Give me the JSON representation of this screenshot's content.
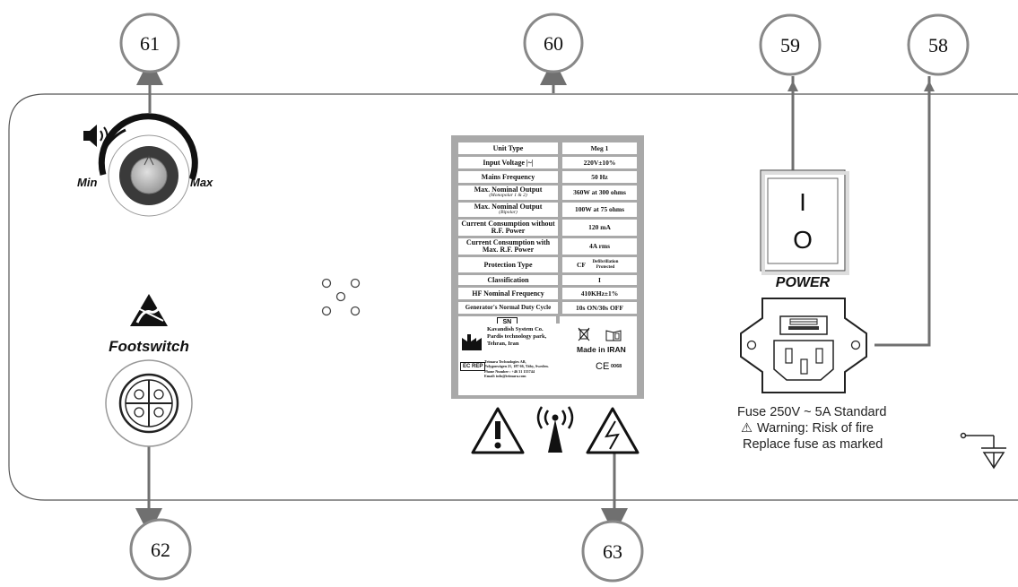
{
  "callouts": [
    "61",
    "60",
    "59",
    "58",
    "62",
    "63"
  ],
  "volume": {
    "min_label": "Min",
    "max_label": "Max"
  },
  "footswitch": {
    "label": "Footswitch"
  },
  "power": {
    "on_symbol": "I",
    "off_symbol": "O",
    "label": "POWER"
  },
  "spec_table": {
    "rows": [
      {
        "key": "Unit Type",
        "value": "Meg 1"
      },
      {
        "key": "Input Voltage |~|",
        "value": "220V±10%"
      },
      {
        "key": "Mains Frequency",
        "value": "50 Hz"
      },
      {
        "key": "Max. Nominal Output",
        "key_sub": "(Monopolar 1 & 2)",
        "value": "360W at 300 ohms"
      },
      {
        "key": "Max. Nominal Output",
        "key_sub": "(Bipolar)",
        "value": "100W at 75 ohms"
      },
      {
        "key": "Current Consumption without R.F. Power",
        "value": "120 mA"
      },
      {
        "key": "Current Consumption with Max. R.F. Power",
        "value": "4A rms"
      },
      {
        "key": "Protection Type",
        "value": "CF",
        "value_sub": "Defibrillation Protected"
      },
      {
        "key": "Classification",
        "value": "I"
      },
      {
        "key": "HF Nominal Frequency",
        "value": "410KHz±1%"
      },
      {
        "key": "Generator's Normal Duty Cycle",
        "value": "10s ON/30s OFF"
      },
      {
        "key": "SN",
        "value": ""
      }
    ],
    "manufacturer": [
      "Kavandish System Co.",
      "Pardis technology park,",
      "Tehran, Iran"
    ],
    "made_in": "Made in IRAN",
    "ec_rep_badge": "EC REP",
    "ec_rep": [
      "Trimara Technologies AB,",
      "Polygonvägen 21, 187 66, Täby, Sweden.",
      "Phone Number : +46 31 155744",
      "Email: info@trimara.com"
    ],
    "ce_mark": "CE",
    "ce_number": "0068"
  },
  "fuse": {
    "lines": [
      "Fuse 250V ~ 5A Standard",
      "Warning: Risk of fire",
      "Replace fuse as marked"
    ],
    "warning_symbol": "⚠"
  },
  "icons": [
    "speaker-icon",
    "esd-warning-icon",
    "footswitch-connector-icon",
    "warning-triangle-icon",
    "radiation-icon",
    "high-voltage-icon",
    "equipotential-ground-icon",
    "fuse-icon",
    "manufacturer-icon",
    "recycle-bin-icon",
    "manual-icon"
  ]
}
